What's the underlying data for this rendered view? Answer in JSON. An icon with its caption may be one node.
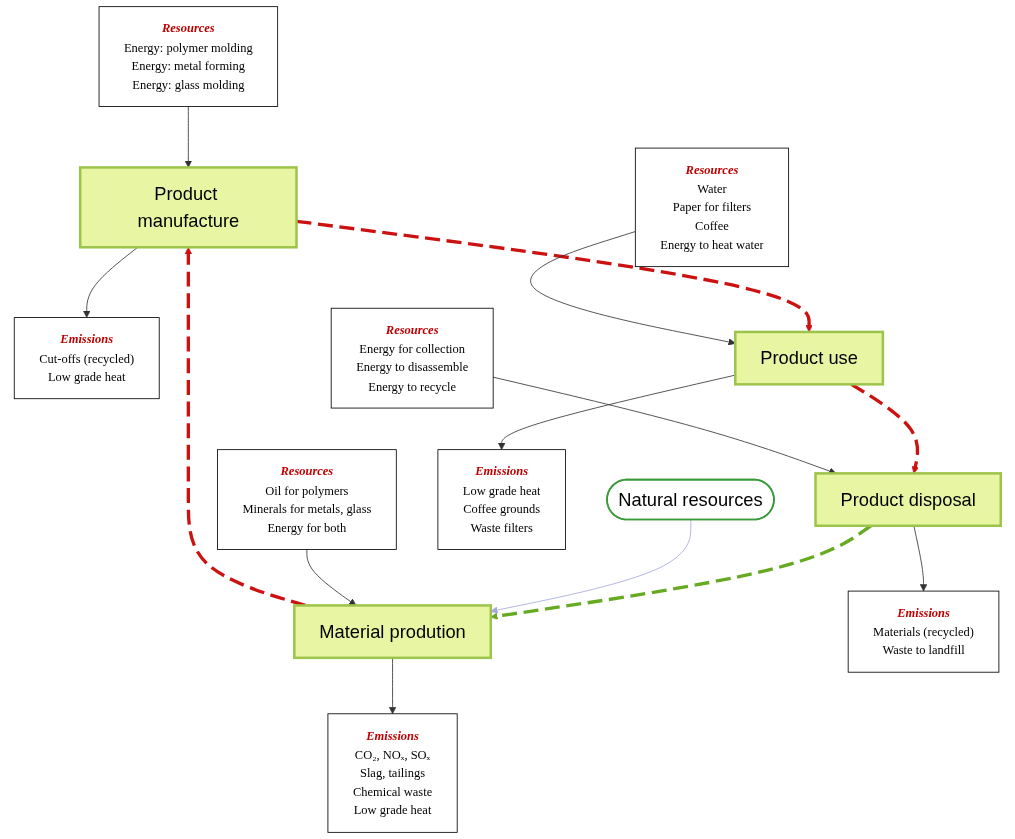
{
  "diagram": {
    "nodes": [
      {
        "text": [
          "Resources",
          "Energy: polymer molding",
          "Energy: metal forming",
          "Energy: glass molding"
        ]
      },
      {
        "text": [
          "Resources",
          "Oil for polymers",
          "Minerals for metals, glass",
          "Energy for both"
        ]
      },
      {
        "text": [
          "Product manufacture"
        ]
      },
      {
        "text": [
          "Resources",
          "Water",
          "Paper for filters",
          "Coffee",
          "Energy to heat water"
        ]
      },
      {
        "text": [
          "Natural resources"
        ]
      },
      {
        "text": [
          "Material prodution"
        ]
      },
      {
        "text": [
          "Emissions",
          "Cut-offs (recycled)",
          "Low grade heat"
        ]
      },
      {
        "text": [
          "Product use"
        ]
      },
      {
        "text": [
          "Resources",
          "Energy for collection",
          "Energy to disassemble",
          "Energy to recycle"
        ]
      },
      {
        "text": [
          "Emissions",
          "CO₂, NOₓ,  SOₓ",
          "Slag, tailings",
          "Chemical waste",
          "Low grade heat"
        ]
      },
      {
        "text": [
          "Emissions",
          "Low grade heat",
          "Coffee grounds",
          "Waste filters"
        ]
      },
      {
        "text": [
          "Product disposal"
        ]
      },
      {
        "text": [
          "Emissions",
          "Materials (recycled)",
          "Waste to landfill"
        ]
      }
    ],
    "edges": [
      {
        "from": 5,
        "to": 2,
        "arrow": "to",
        "style": "dashed",
        "color": "#cc1111"
      },
      {
        "from": 2,
        "to": 7,
        "arrow": "to",
        "style": "dashed",
        "color": "#cc1111"
      },
      {
        "from": 7,
        "to": 11,
        "arrow": "to",
        "style": "dashed",
        "color": "#cc1111"
      },
      {
        "from": 11,
        "to": 5,
        "arrow": "to",
        "style": "dashed",
        "color": "#66aa22"
      },
      {
        "from": 4,
        "to": 5,
        "arrow": "to",
        "color": "#a4a8dc"
      },
      {
        "from": 0,
        "to": 2,
        "arrow": "to"
      },
      {
        "from": 1,
        "to": 5,
        "arrow": "to"
      },
      {
        "from": 3,
        "to": 7,
        "arrow": "to"
      },
      {
        "from": 2,
        "to": 6,
        "arrow": "to"
      },
      {
        "from": 5,
        "to": 9,
        "arrow": "to"
      },
      {
        "from": 7,
        "to": 10,
        "arrow": "to"
      },
      {
        "from": 8,
        "to": 11,
        "arrow": "to"
      },
      {
        "from": 11,
        "to": 12,
        "arrow": "to"
      }
    ]
  }
}
